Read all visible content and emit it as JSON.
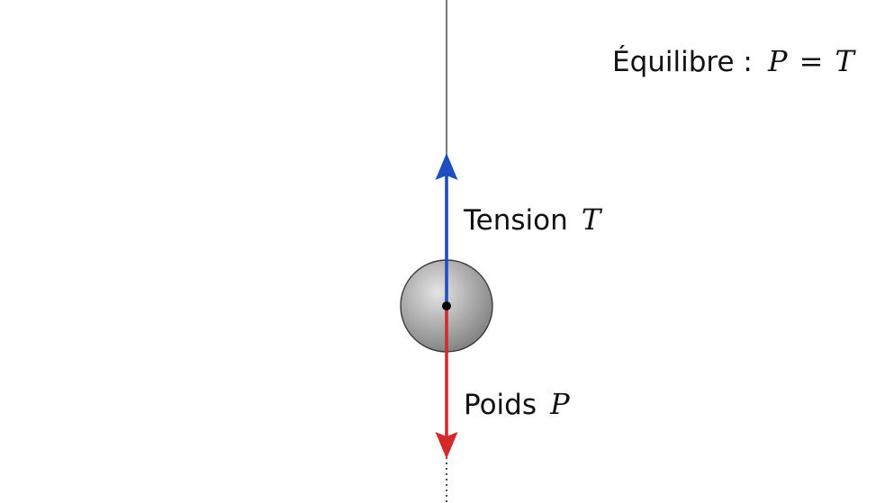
{
  "diagram": {
    "equilibrium": {
      "label": "Équilibre :",
      "lhs": "P",
      "op": "=",
      "rhs": "T"
    },
    "tension": {
      "label": "Tension",
      "symbol": "T",
      "color": "#1f4fbf"
    },
    "weight": {
      "label": "Poids",
      "symbol": "P",
      "color": "#d42a2a"
    },
    "colors": {
      "string": "#555555",
      "sphere_fill": "#a8a8a8",
      "sphere_stroke": "#3a3a3a",
      "center_dot": "#000000"
    }
  }
}
